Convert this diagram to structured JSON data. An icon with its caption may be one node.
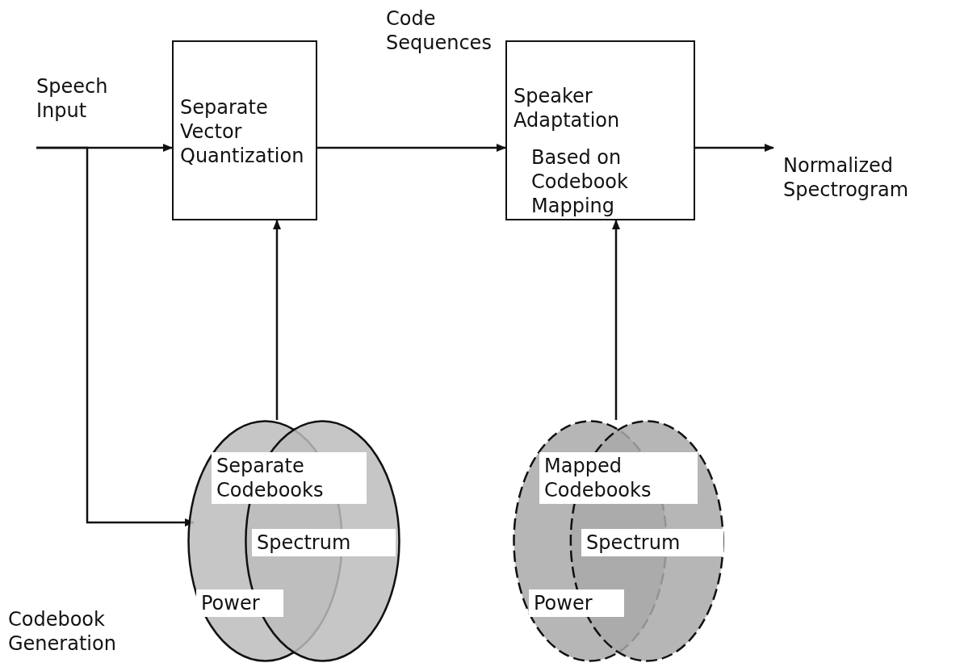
{
  "diagram": {
    "nodes": [
      {
        "text": [
          "Separate Vector Quantization"
        ]
      },
      {
        "text": [
          "Speaker Adaptation",
          "Based on Codebook Mapping"
        ]
      },
      {
        "text": [
          "Normalized Spectrogram"
        ]
      },
      {
        "text": [
          "Separate Codebooks",
          "Spectrum",
          "Power"
        ]
      },
      {
        "text": [
          "Mapped Codebooks",
          "Spectrum",
          "Power"
        ]
      }
    ],
    "edges": [
      {
        "from": null,
        "to": 0,
        "arrow": "to"
      },
      {
        "from": null,
        "to": 3,
        "arrow": "to"
      },
      {
        "from": 0,
        "to": 1,
        "arrow": "to",
        "label": "Code Sequences"
      },
      {
        "from": 1,
        "to": 2,
        "arrow": "to"
      },
      {
        "from": 3,
        "to": 0,
        "arrow": "to"
      },
      {
        "from": 4,
        "to": 1,
        "arrow": "to"
      }
    ],
    "labels": [
      "Speech Input",
      "Codebook Generation"
    ]
  }
}
